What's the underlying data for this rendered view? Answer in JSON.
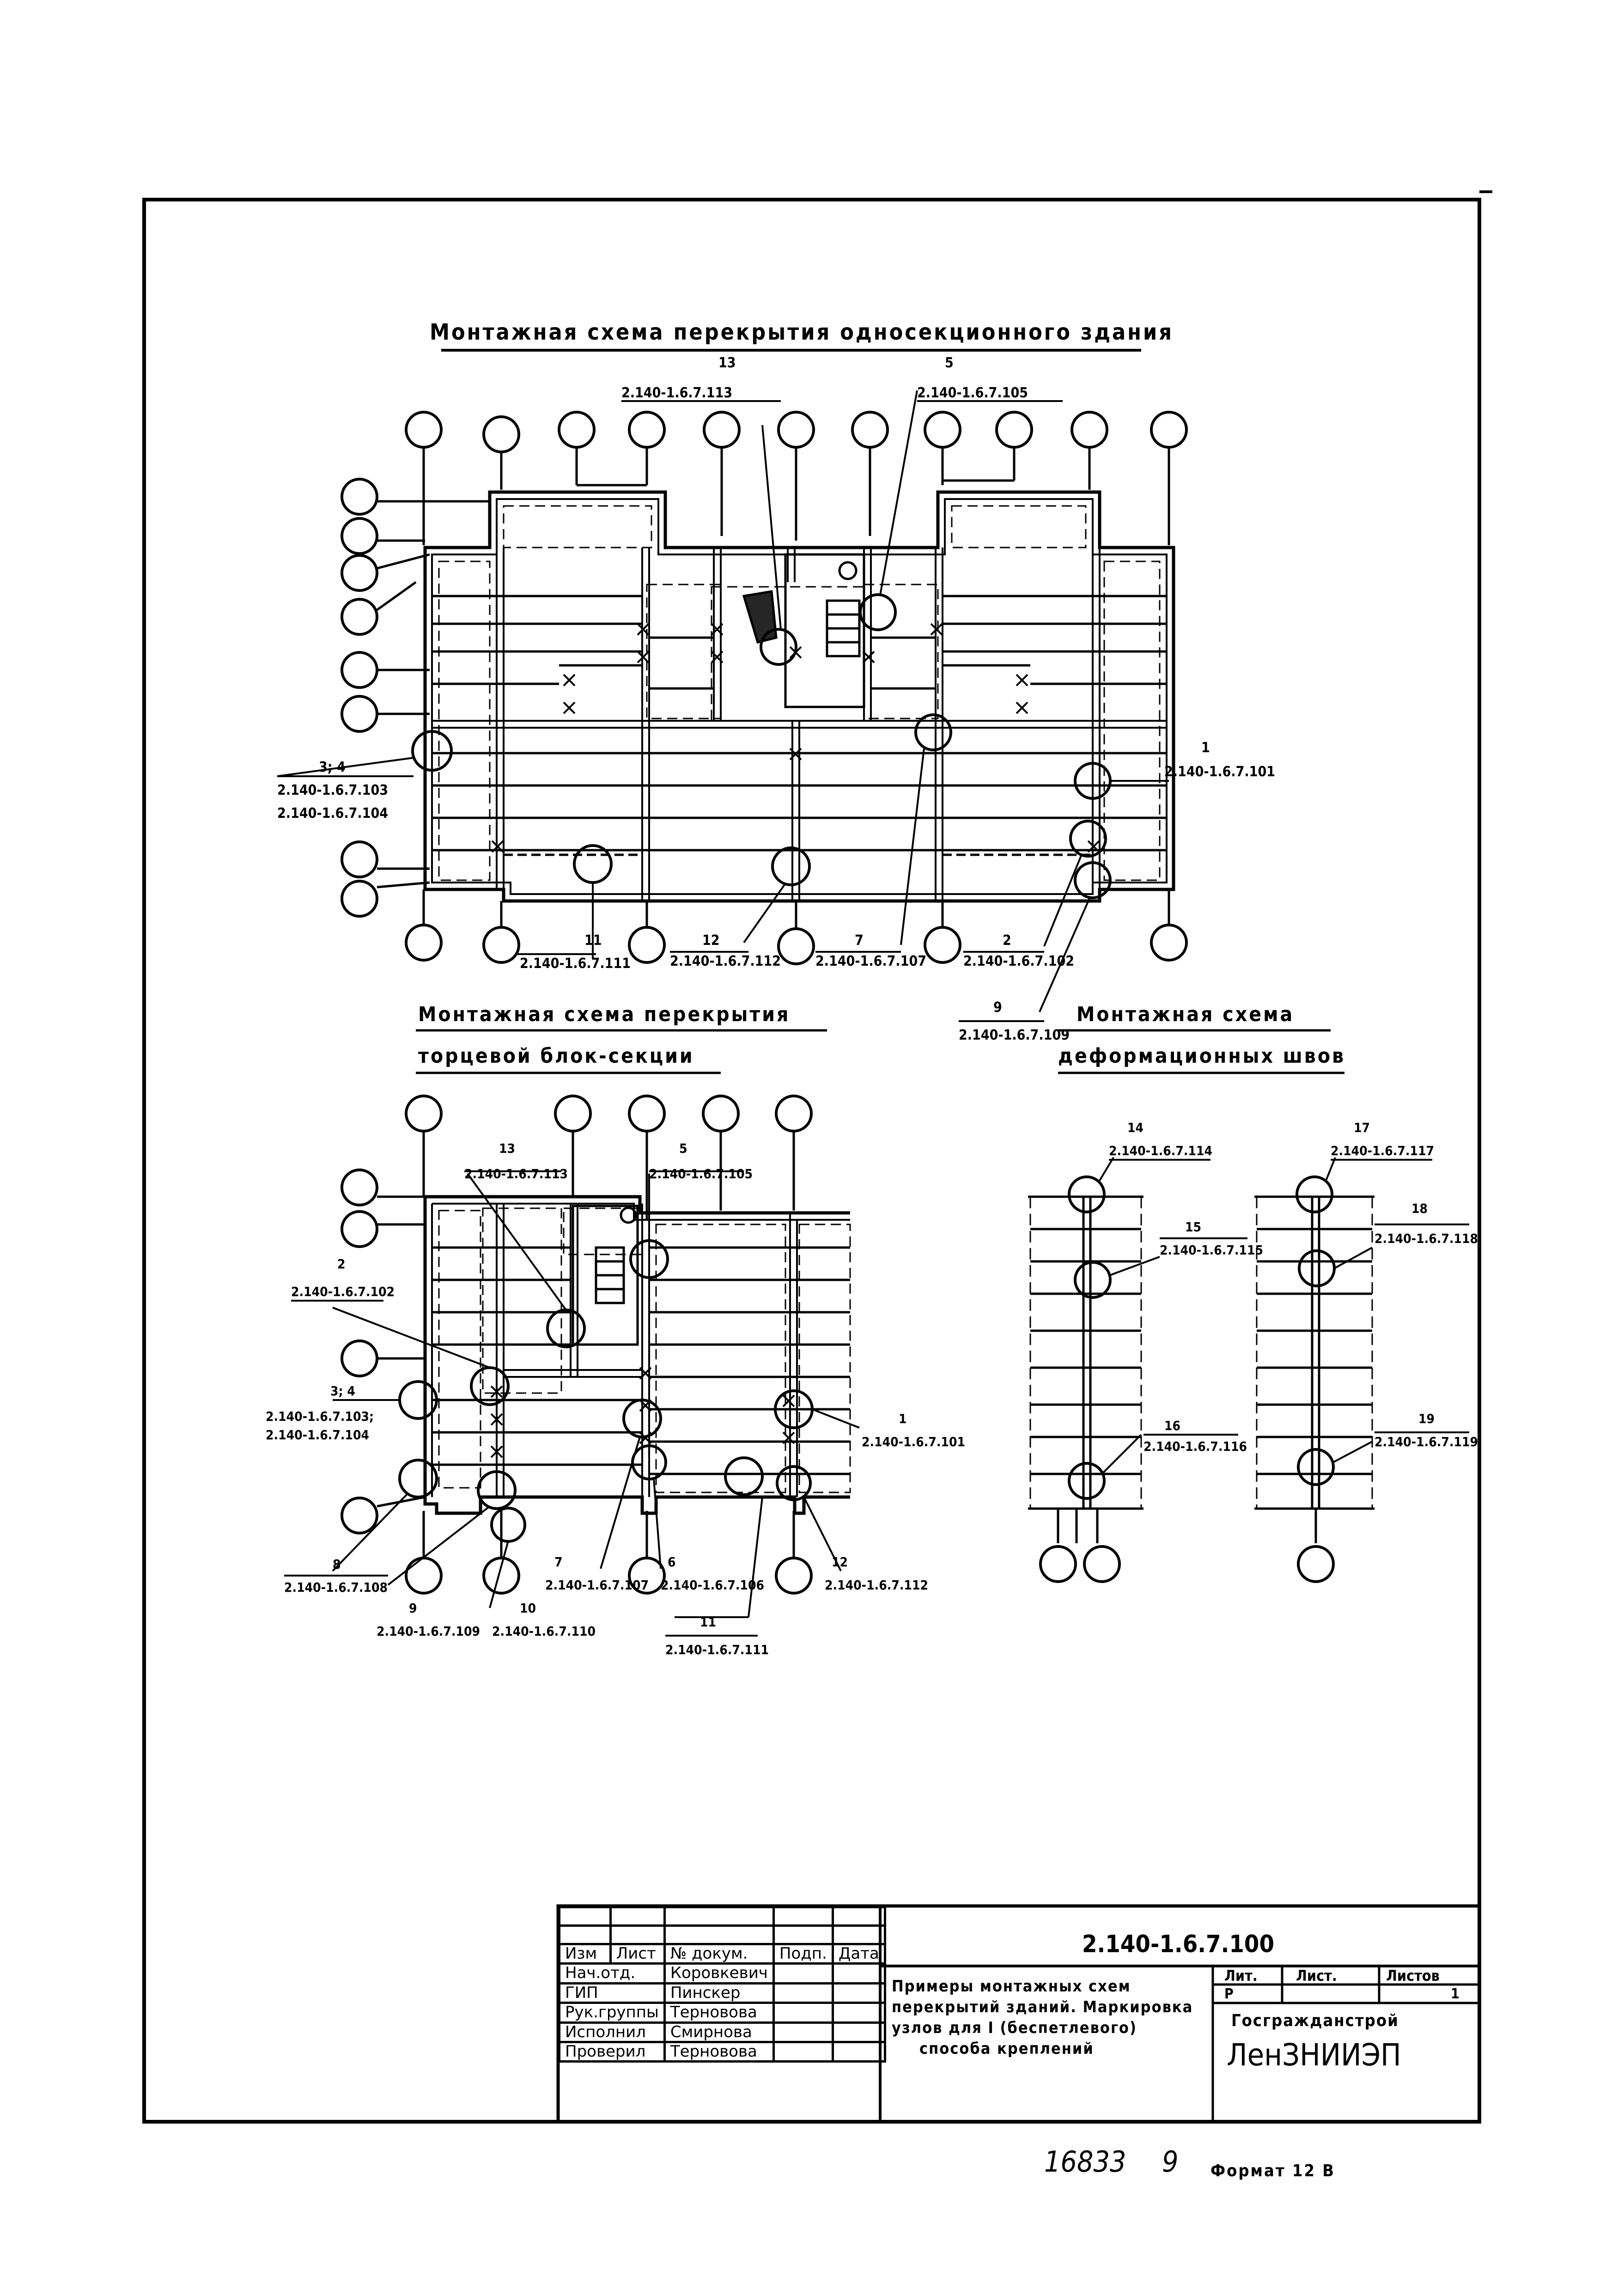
{
  "titles": {
    "main_plan": "Монтажная схема перекрытия односекционного здания",
    "end_block": "Монтажная схема перекрытия торцевой блок-секции",
    "joints": "Монтажная схема деформационных швов"
  },
  "plan1_callouts": [
    {
      "num": "13",
      "code": "2.140-1.6.7.113"
    },
    {
      "num": "5",
      "code": "2.140-1.6.7.105"
    },
    {
      "num": "3; 4",
      "code": "2.140-1.6.7.103",
      "code2": "2.140-1.6.7.104"
    },
    {
      "num": "1",
      "code": "2.140-1.6.7.101"
    },
    {
      "num": "11",
      "code": "2.140-1.6.7.111"
    },
    {
      "num": "12",
      "code": "2.140-1.6.7.112"
    },
    {
      "num": "7",
      "code": "2.140-1.6.7.107"
    },
    {
      "num": "2",
      "code": "2.140-1.6.7.102"
    },
    {
      "num": "9",
      "code": "2.140-1.6.7.109"
    }
  ],
  "plan2_callouts": [
    {
      "num": "13",
      "code": "2.140-1.6.7.113"
    },
    {
      "num": "5",
      "code": "2.140-1.6.7.105"
    },
    {
      "num": "2",
      "code": "2.140-1.6.7.102"
    },
    {
      "num": "3; 4",
      "code": "2.140-1.6.7.103;",
      "code2": "2.140-1.6.7.104"
    },
    {
      "num": "1",
      "code": "2.140-1.6.7.101"
    },
    {
      "num": "8",
      "code": "2.140-1.6.7.108"
    },
    {
      "num": "7",
      "code": "2.140-1.6.7.107"
    },
    {
      "num": "6",
      "code": "2.140-1.6.7.106"
    },
    {
      "num": "12",
      "code": "2.140-1.6.7.112"
    },
    {
      "num": "9",
      "code": "2.140-1.6.7.109"
    },
    {
      "num": "10",
      "code": "2.140-1.6.7.110"
    },
    {
      "num": "11",
      "code": "2.140-1.6.7.111"
    }
  ],
  "joint_callouts": [
    {
      "num": "14",
      "code": "2.140-1.6.7.114"
    },
    {
      "num": "15",
      "code": "2.140-1.6.7.115"
    },
    {
      "num": "16",
      "code": "2.140-1.6.7.116"
    },
    {
      "num": "17",
      "code": "2.140-1.6.7.117"
    },
    {
      "num": "18",
      "code": "2.140-1.6.7.118"
    },
    {
      "num": "19",
      "code": "2.140-1.6.7.119"
    }
  ],
  "stamp": {
    "doc_code": "2.140-1.6.7.100",
    "header": {
      "izm": "Изм",
      "list": "Лист",
      "doc": "№ докум.",
      "sign": "Подп.",
      "date": "Дата"
    },
    "rows": [
      {
        "role": "Нач.отд.",
        "name": "Коровкевич"
      },
      {
        "role": "ГИП",
        "name": "Пинскер"
      },
      {
        "role": "Рук.группы",
        "name": "Терновова"
      },
      {
        "role": "Исполнил",
        "name": "Смирнова"
      },
      {
        "role": "Проверил",
        "name": "Терновова"
      }
    ],
    "title_lines": [
      "Примеры монтажных схем",
      "перекрытий зданий. Маркировка",
      "узлов для I (беспетлевого)",
      "способа креплений"
    ],
    "lit_label": "Лит.",
    "list_label": "Лист.",
    "listov_label": "Листов",
    "lit_value": "Р",
    "listov_value": "1",
    "org1": "Госгражданстрой",
    "org2": "ЛенЗНИИЭП"
  },
  "footer": {
    "inventory": "16833",
    "inventory_suffix": "9",
    "format": "Формат 12 В"
  }
}
